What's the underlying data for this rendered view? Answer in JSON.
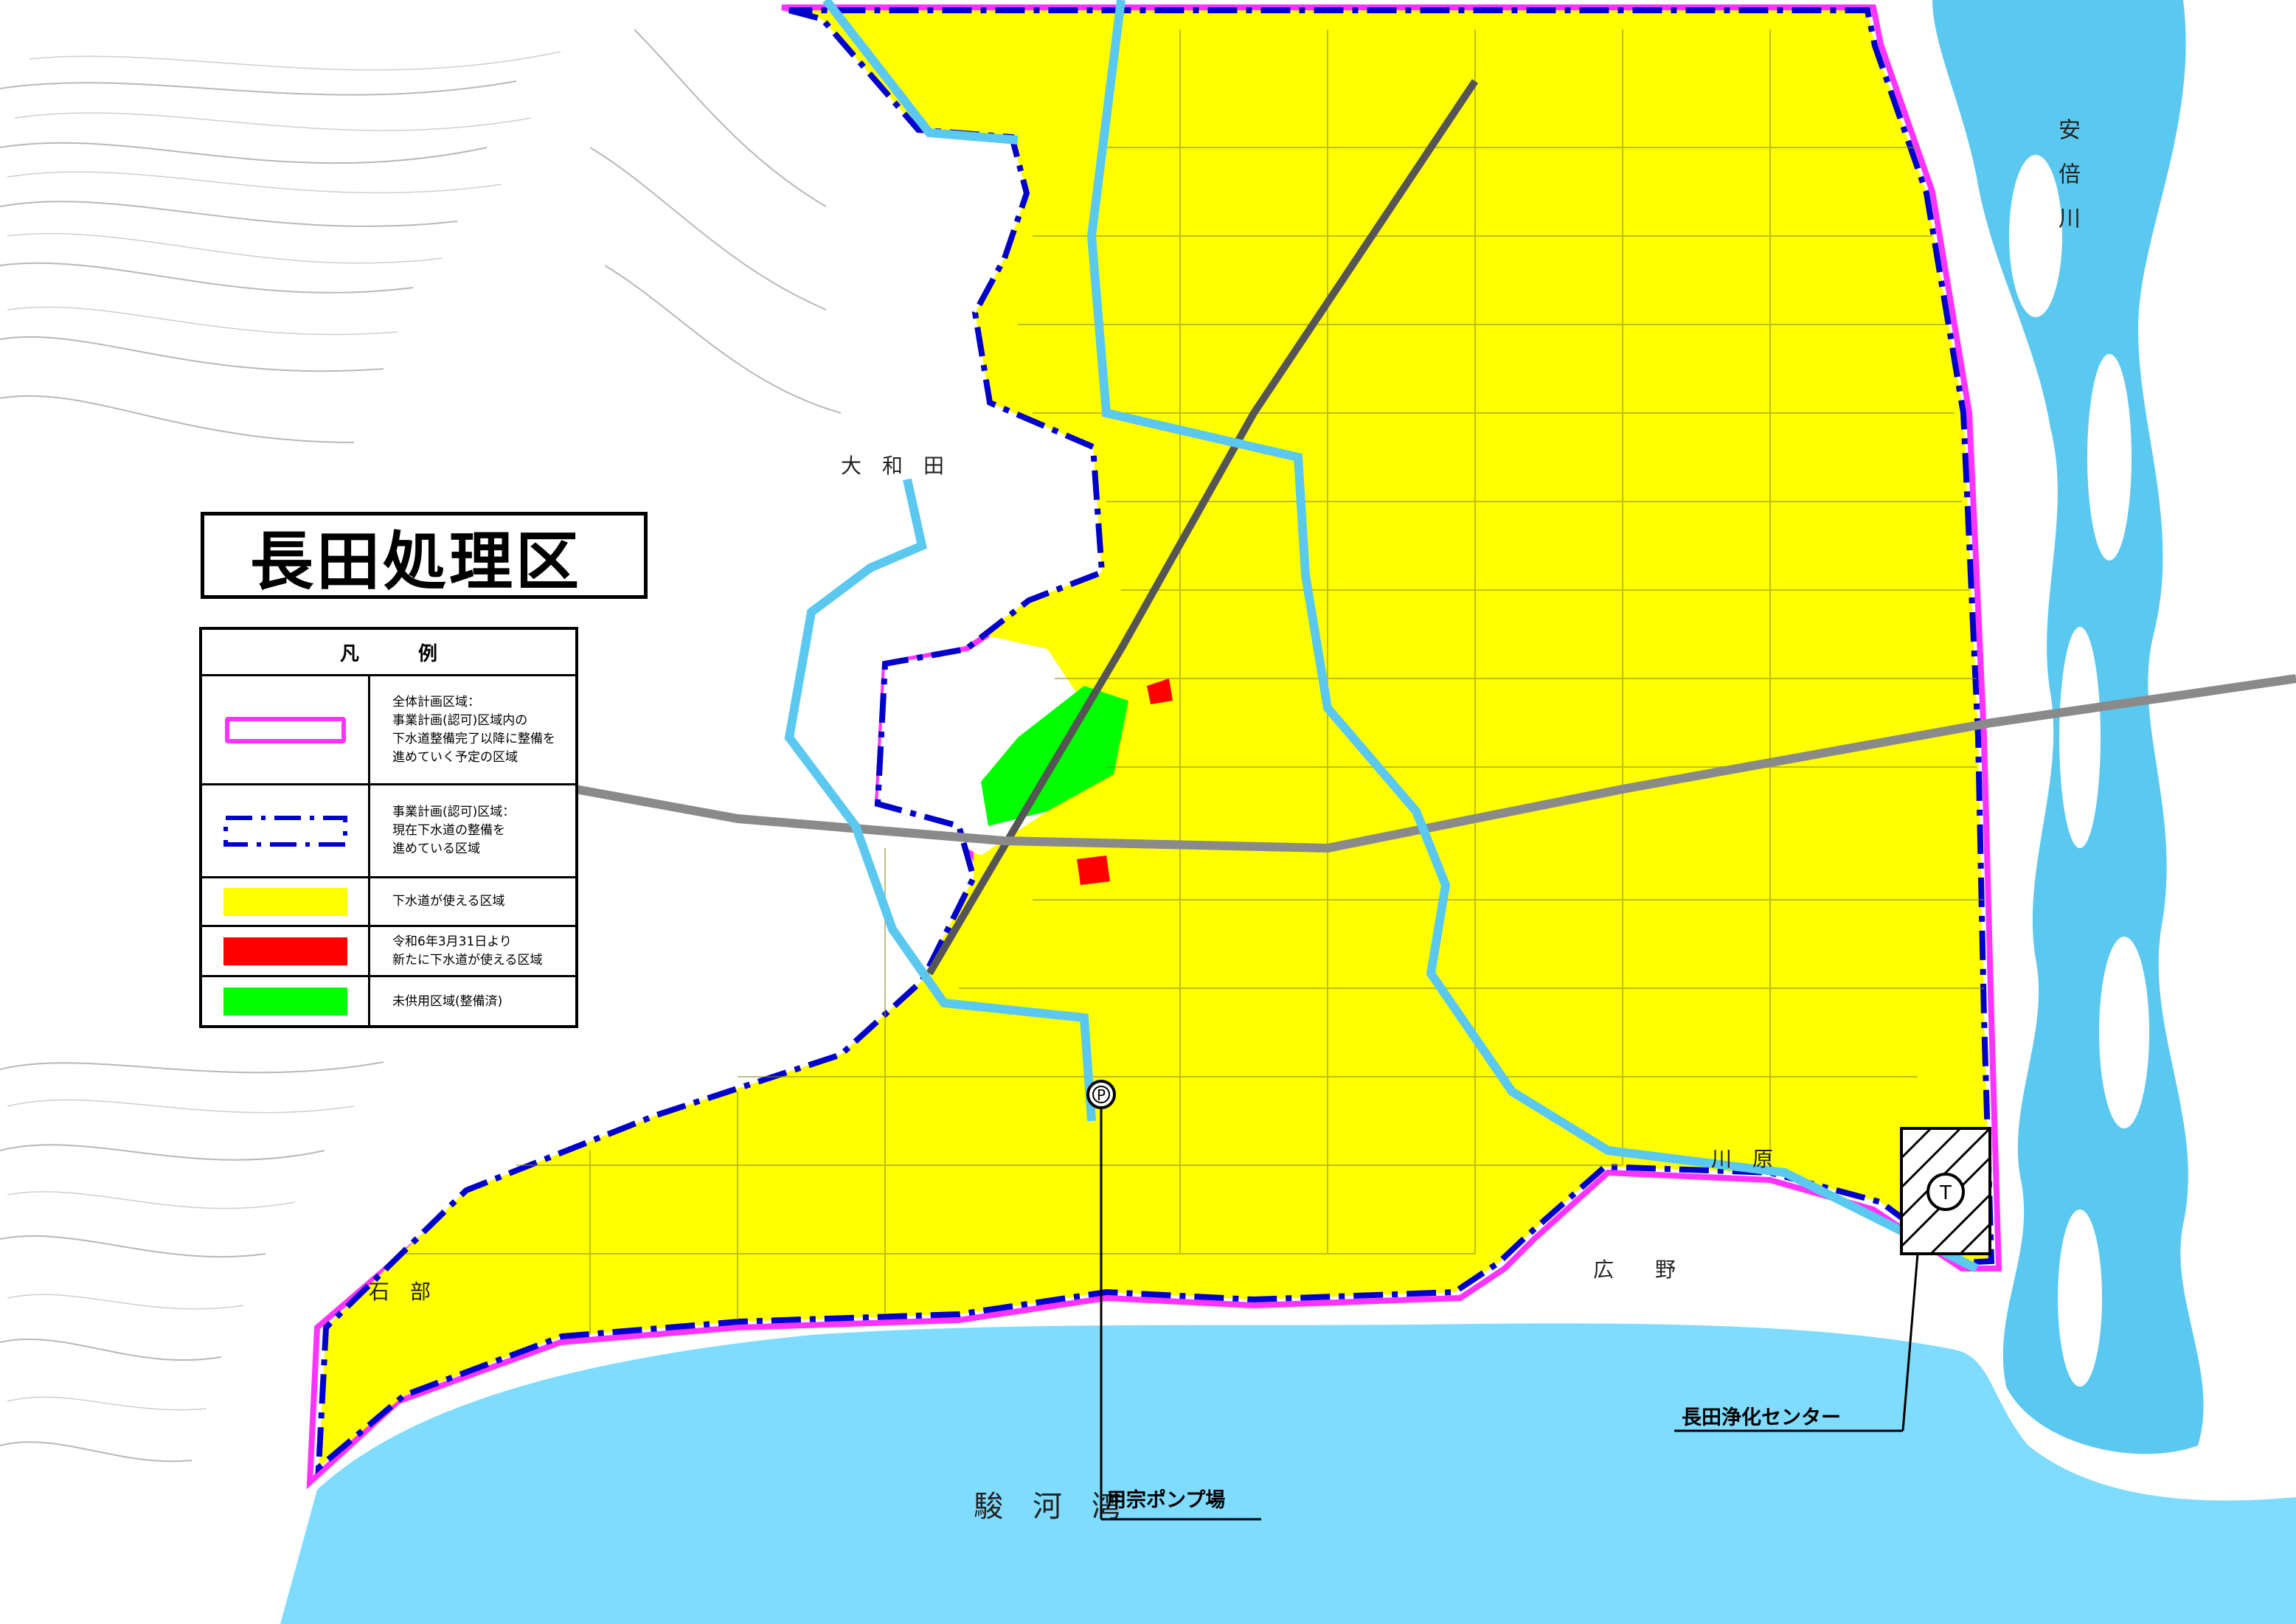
{
  "map": {
    "title": "長田処理区",
    "legend": {
      "heading_left": "凡",
      "heading_right": "例",
      "items": [
        {
          "symbol": "pink-outline",
          "text": "全体計画区域：\n事業計画(認可)区域内の\n下水道整備完了以降に整備を\n進めていく予定の区域"
        },
        {
          "symbol": "blue-dashdot-outline",
          "text": "事業計画(認可)区域：\n現在下水道の整備を\n進めている区域"
        },
        {
          "symbol": "yellow-fill",
          "text": "下水道が使える区域"
        },
        {
          "symbol": "red-fill",
          "text": "令和6年3月31日より\n新たに下水道が使える区域"
        },
        {
          "symbol": "green-fill",
          "text": "未供用区域(整備済)"
        }
      ]
    },
    "callouts": {
      "pump_station": "用宗ポンプ場",
      "treatment_center": "長田浄化センター",
      "pump_symbol": "P",
      "treatment_symbol": "T"
    },
    "place_labels": {
      "bay": "駿　河　湾",
      "river": "安　倍　川",
      "oowada": "大　和　田",
      "hirono": "広　　野",
      "kawara": "川　原",
      "ishibe": "石　部"
    },
    "colors": {
      "sewer_available": "#ffff00",
      "newly_available": "#ff0000",
      "unused": "#00ff00",
      "overall_plan_boundary": "#ff33ff",
      "project_plan_boundary": "#0000cc",
      "sea": "#7fdcff",
      "river": "#5bc8f0"
    }
  }
}
